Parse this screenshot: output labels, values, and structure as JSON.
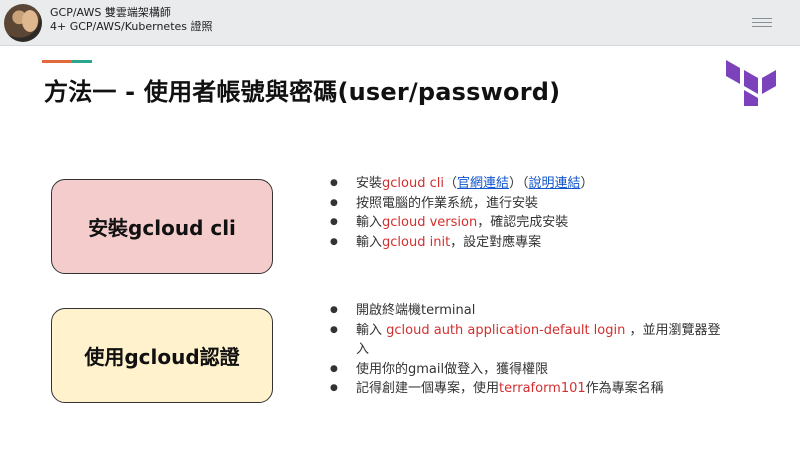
{
  "header": {
    "channel_line1": "GCP/AWS 雙雲端架構師",
    "channel_line2": "4+ GCP/AWS/Kubernetes 證照"
  },
  "slide": {
    "title": "方法一 - 使用者帳號與密碼(user/password)",
    "box1_label": "安裝gcloud cli",
    "box2_label": "使用gcloud認證",
    "list1": [
      {
        "pre": "安裝",
        "red": "gcloud cli",
        "mid1": "（",
        "link1": "官網連結",
        "mid2": "）（",
        "link2": "說明連結",
        "post": "）"
      },
      {
        "text": "按照電腦的作業系統，進行安裝"
      },
      {
        "pre": "輸入",
        "red": "gcloud version",
        "post": "，確認完成安裝"
      },
      {
        "pre": "輸入",
        "red": "gcloud init",
        "post": "，設定對應專案"
      }
    ],
    "list2": [
      {
        "text": "開啟終端機terminal"
      },
      {
        "pre": "輸入 ",
        "red": "gcloud auth application-default login",
        "post": " ，並用瀏覽器登入"
      },
      {
        "text": "使用你的gmail做登入，獲得權限"
      },
      {
        "pre": "記得創建一個專案，使用",
        "red": "terraform101",
        "post": "作為專案名稱"
      }
    ]
  },
  "colors": {
    "box1_fill": "#f4cccc",
    "box2_fill": "#fff2cc",
    "highlight_red": "#d32f2f",
    "link_blue": "#1155cc",
    "terraform_purple": "#7b42bc"
  },
  "icons": [
    "avatar",
    "hamburger-menu-icon",
    "terraform-logo-icon"
  ]
}
